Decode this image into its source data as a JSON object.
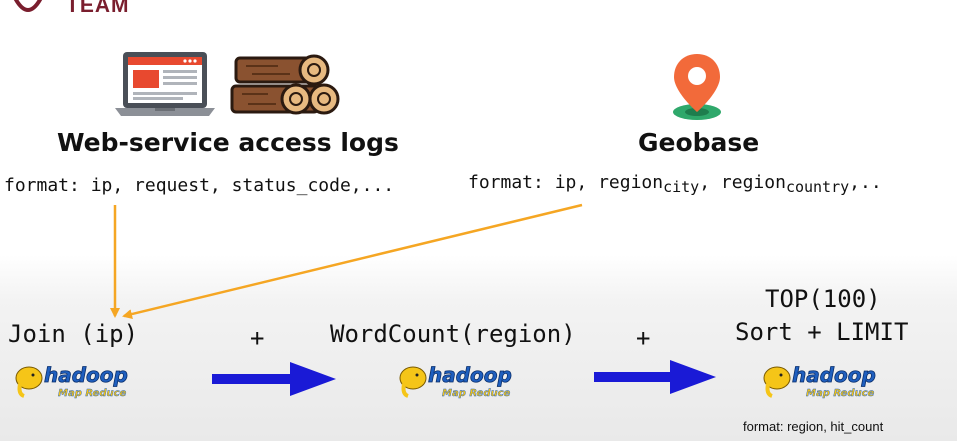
{
  "brand": {
    "text": "TEAM"
  },
  "sources": [
    {
      "title": "Web-service access logs",
      "format_prefix": "format:",
      "format_fields": "ip, request, status_code,..."
    },
    {
      "title": "Geobase",
      "format_prefix": "format:",
      "field_ip": "ip,",
      "field_region": "region",
      "sub_city": "city",
      "sep": ",",
      "field_region2": "region",
      "sub_country": "country",
      "tail": ",.."
    }
  ],
  "pipeline": {
    "steps": [
      {
        "label": "Join (ip)"
      },
      {
        "label": "WordCount(region)"
      },
      {
        "label_top": "TOP(100)",
        "label": "Sort + LIMIT"
      }
    ],
    "operator": "+",
    "engine_name": "hadoop",
    "engine_sub": "Map Reduce"
  },
  "output_format": "format: region, hit_count",
  "colors": {
    "arrow_orange": "#f5a623",
    "arrow_blue": "#1a1ad6",
    "brand": "#7a1e2e",
    "pin": "#f26a3a",
    "hadoop_yellow": "#f5c518",
    "hadoop_blue": "#1f5fbf"
  },
  "icons": [
    "heart-logo-icon",
    "laptop-browser-icon",
    "logs-wood-icon",
    "location-pin-icon",
    "hadoop-elephant-icon"
  ]
}
